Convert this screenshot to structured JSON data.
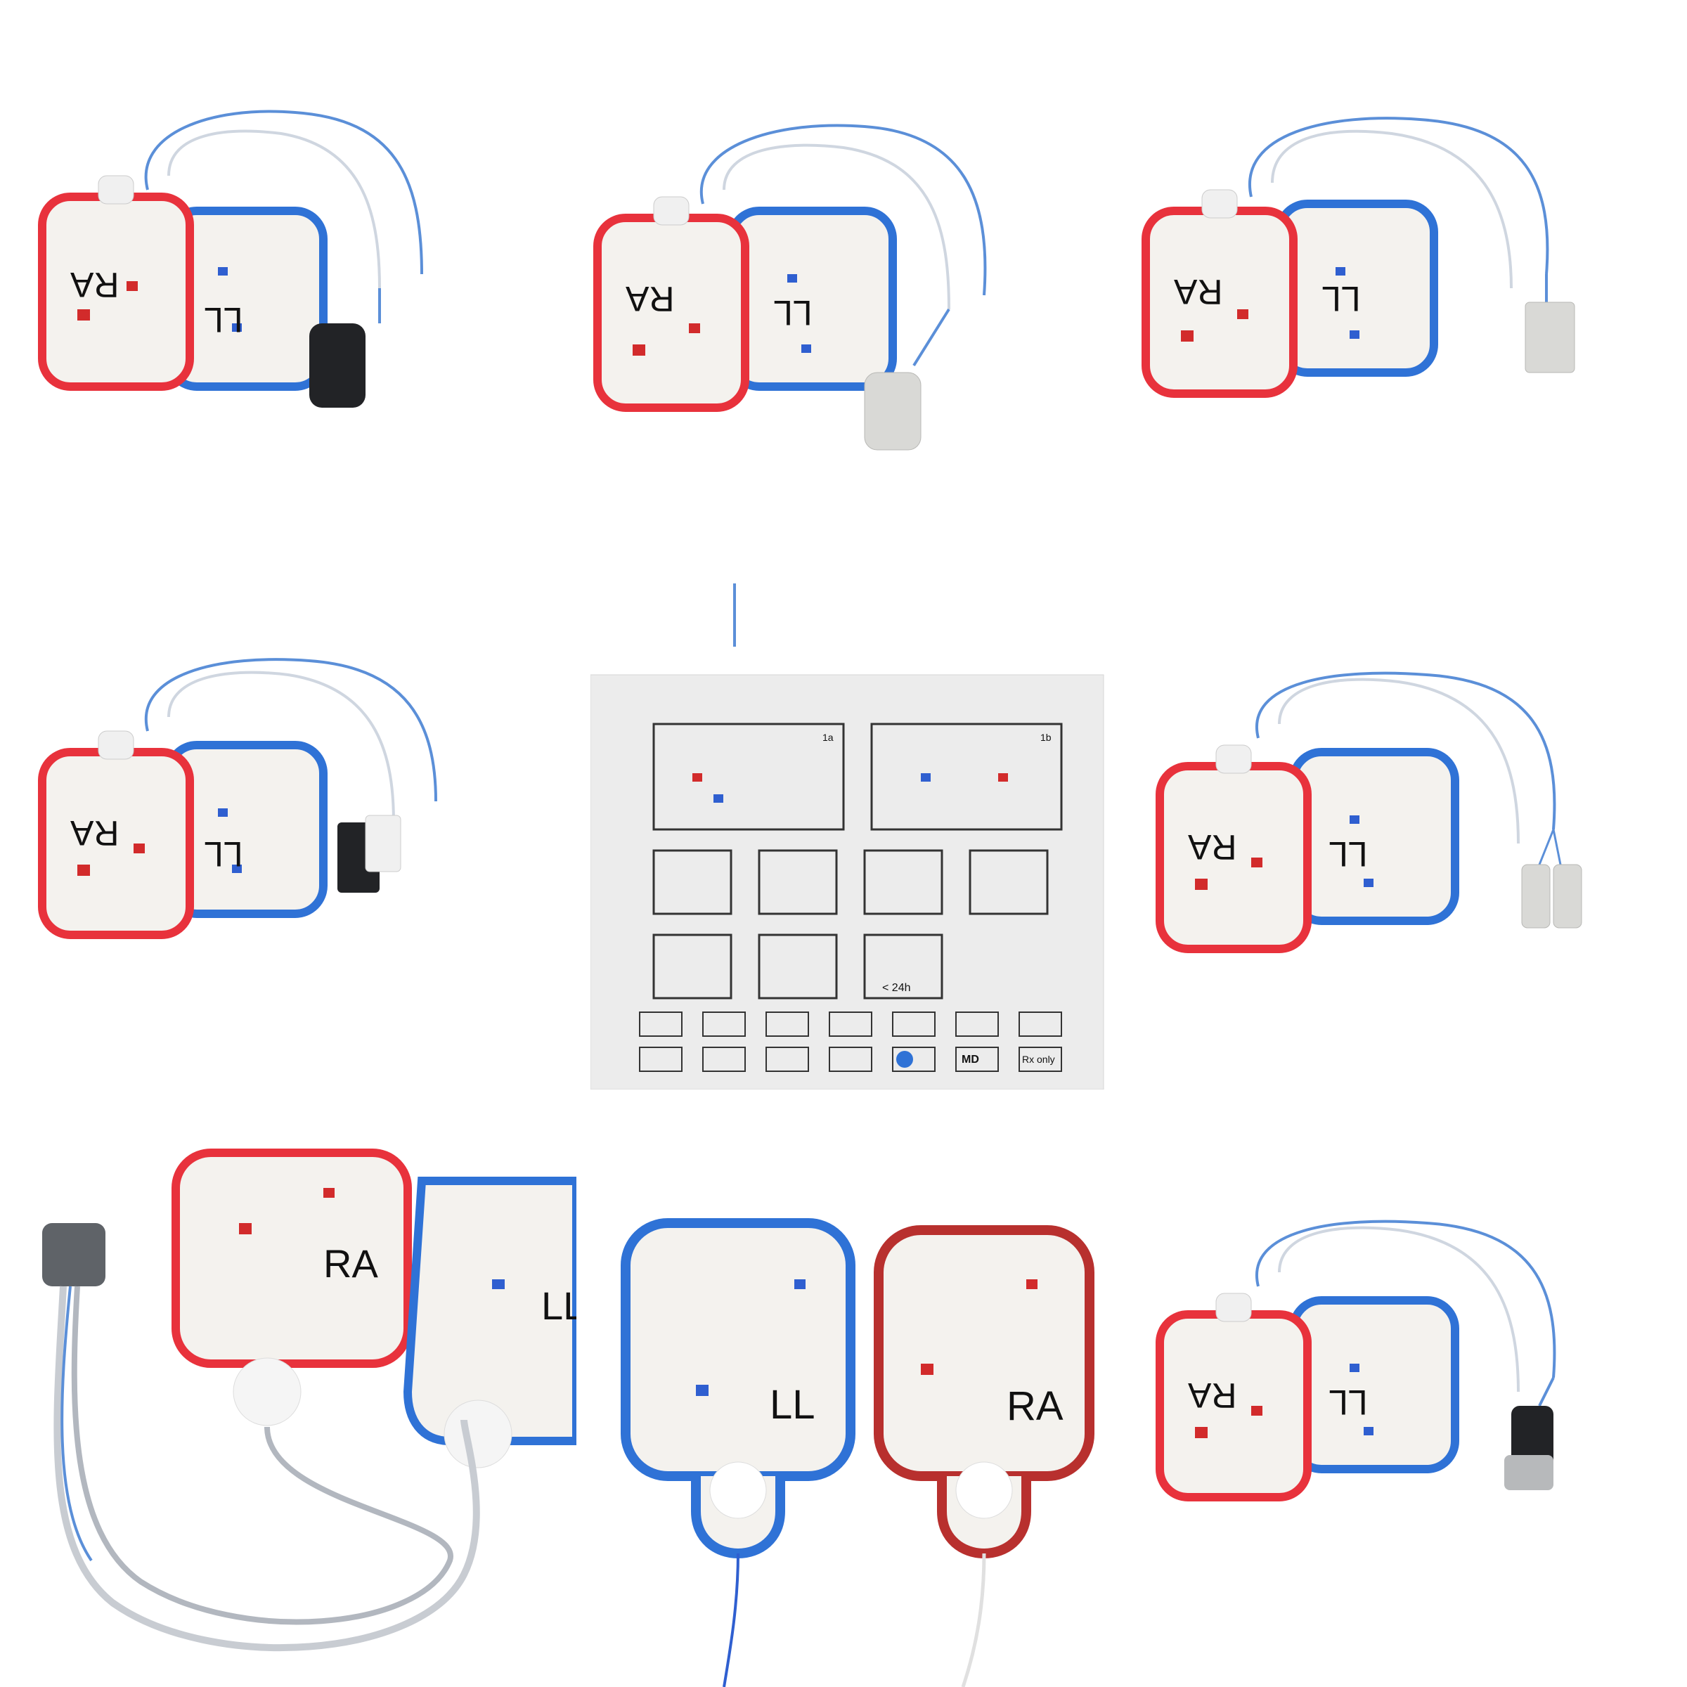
{
  "labels": {
    "ra": "RA",
    "ll": "LL",
    "pouch_step_1a": "1a",
    "pouch_step_1b": "1b",
    "pouch_time": "< 24h",
    "pouch_md": "MD",
    "pouch_rx": "Rx only"
  },
  "colors": {
    "ra_border": "#e8323c",
    "ll_border": "#2f72d6",
    "pad_fill": "#f4f2ee",
    "wire_blue": "#5b8fd8",
    "connector_dark": "#222326",
    "connector_light": "#d9d9d6",
    "pouch": "#ececec"
  }
}
